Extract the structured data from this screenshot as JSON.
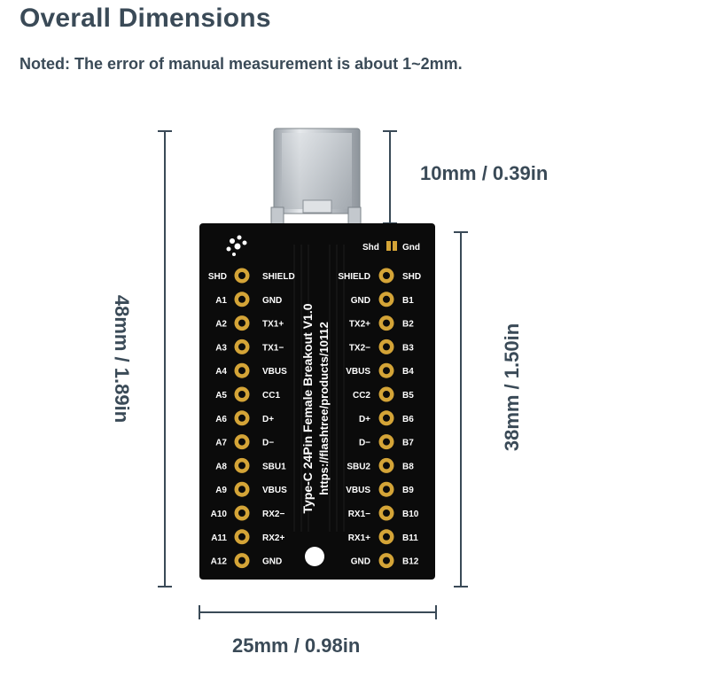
{
  "title": "Overall Dimensions",
  "note": "Noted: The error of manual measurement is about 1~2mm.",
  "dimensions": {
    "connector_height": "10mm / 0.39in",
    "board_height": "38mm / 1.50in",
    "total_height": "48mm / 1.89in",
    "board_width": "25mm / 0.98in"
  },
  "board": {
    "silkscreen_line1": "Type-C 24Pin Female Breakout V1.0",
    "silkscreen_line2": "https://flashtree/products/10112",
    "shield_labels": [
      "Shd",
      "Gnd"
    ],
    "colors": {
      "pcb": "#0b0b0b",
      "pad": "#d4a437",
      "silk": "#ffffff",
      "connector": "#c9ced3",
      "dim_line": "#3a4a57"
    },
    "left_outer": [
      "SHD",
      "A1",
      "A2",
      "A3",
      "A4",
      "A5",
      "A6",
      "A7",
      "A8",
      "A9",
      "A10",
      "A11",
      "A12"
    ],
    "left_inner": [
      "SHIELD",
      "GND",
      "TX1+",
      "TX1−",
      "VBUS",
      "CC1",
      "D+",
      "D−",
      "SBU1",
      "VBUS",
      "RX2−",
      "RX2+",
      "GND"
    ],
    "right_inner": [
      "SHIELD",
      "GND",
      "TX2+",
      "TX2−",
      "VBUS",
      "CC2",
      "D+",
      "D−",
      "SBU2",
      "VBUS",
      "RX1−",
      "RX1+",
      "GND"
    ],
    "right_outer": [
      "SHD",
      "B1",
      "B2",
      "B3",
      "B4",
      "B5",
      "B6",
      "B7",
      "B8",
      "B9",
      "B10",
      "B11",
      "B12"
    ]
  }
}
